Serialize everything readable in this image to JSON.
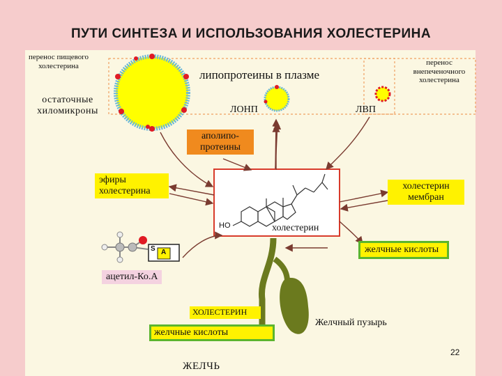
{
  "title": "ПУТИ СИНТЕЗА И ИСПОЛЬЗОВАНИЯ ХОЛЕСТЕРИНА",
  "labels": {
    "dietary": "перенос пищевого холестерина",
    "chylomicrons": "остаточные хиломикроны",
    "lipoproteins": "липопротеины в плазме",
    "ldl": "ЛОНП",
    "hdl": "ЛВП",
    "extrahepatic": "перенос внепеченочного холестерина",
    "apolipoproteins": "аполипо-протеины",
    "esters": "эфиры холестерина",
    "membrane": "холестерин мембран",
    "cholesterol": "холестерин",
    "ho": "HO",
    "bile_acids_box": "желчные кислоты",
    "acetyl": "ацетил-Ко.А",
    "coa_s": "S",
    "coa_a": "A",
    "cholesterol_caps": "ХОЛЕСТЕРИН",
    "bile_acids_bottom": "желчные кислоты",
    "gallbladder": "Желчный пузырь",
    "bile": "ЖЕЛЧЬ",
    "page_number": "22"
  },
  "colors": {
    "background": "#f6cccc",
    "panel": "#fbf7e2",
    "yellow": "#fff200",
    "orange": "#f08a1e",
    "green": "#5bb52e",
    "olive": "#6b7a1e",
    "dashed": "#f0a060",
    "arrow": "#7a3b30"
  }
}
